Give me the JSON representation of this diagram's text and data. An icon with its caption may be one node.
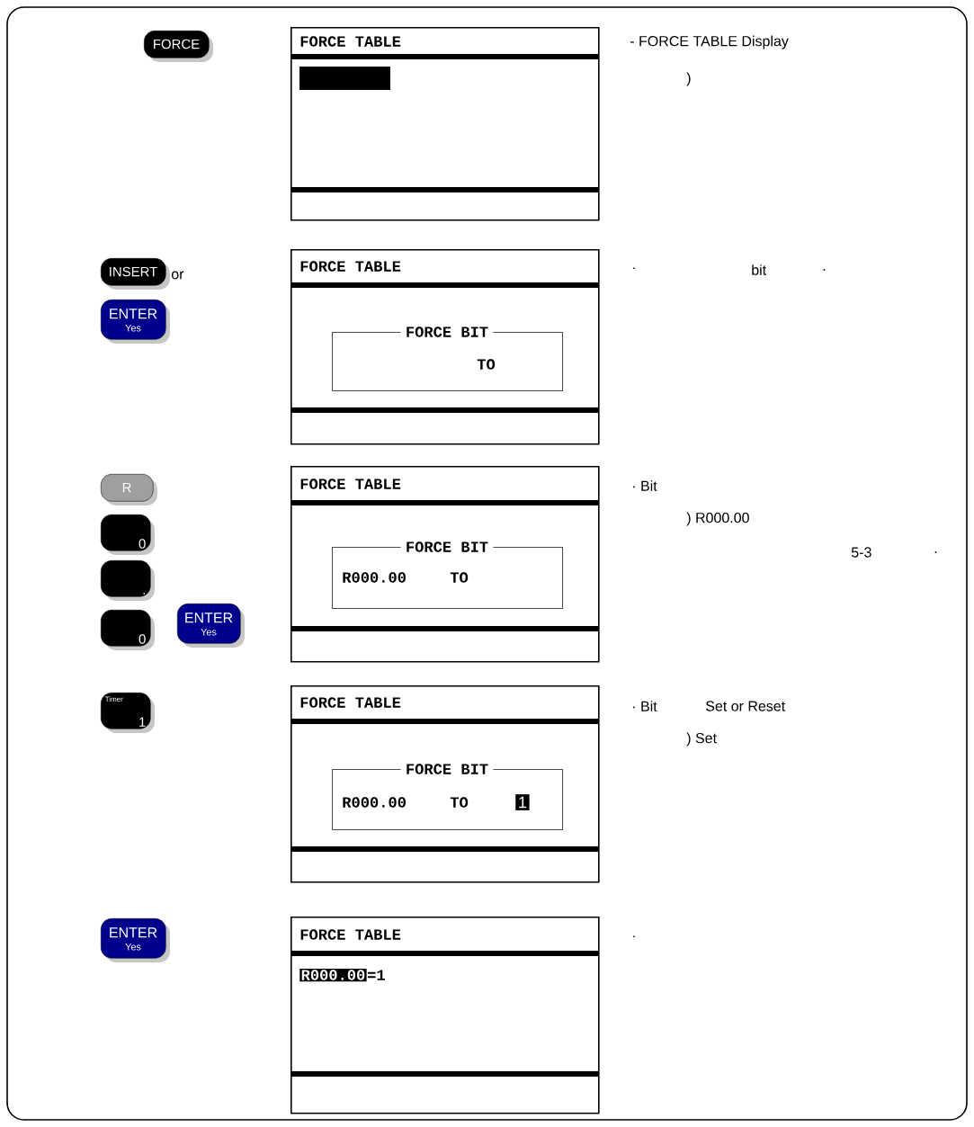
{
  "diagram": {
    "nodes": [
      {
        "text": [
          "FORCE"
        ]
      },
      {
        "text": [
          "FORCE TABLE"
        ]
      },
      {
        "text": [
          "INSERT"
        ]
      },
      {
        "text": [
          "ENTER",
          "Yes"
        ]
      },
      {
        "text": [
          "FORCE TABLE"
        ]
      },
      {
        "text": [
          "FORCE BIT",
          "TO"
        ],
        "in": 4
      },
      {
        "text": [
          "R"
        ]
      },
      {
        "text": [
          "0"
        ]
      },
      {
        "text": [
          "."
        ]
      },
      {
        "text": [
          "0"
        ]
      },
      {
        "text": [
          "ENTER",
          "Yes"
        ]
      },
      {
        "text": [
          "FORCE TABLE"
        ]
      },
      {
        "text": [
          "FORCE BIT",
          "R000.00",
          "TO"
        ],
        "in": 11
      },
      {
        "text": [
          "Timer",
          "1"
        ]
      },
      {
        "text": [
          "FORCE TABLE"
        ]
      },
      {
        "text": [
          "FORCE BIT",
          "R000.00",
          "TO",
          "1"
        ],
        "in": 14
      },
      {
        "text": [
          "ENTER",
          "Yes"
        ]
      },
      {
        "text": [
          "FORCE TABLE",
          "R000.00",
          "=1"
        ]
      }
    ],
    "edges": [],
    "labels": [
      "or",
      "- FORCE TABLE Display",
      ")",
      "·",
      "bit",
      ".",
      "· Bit",
      ") R000.00",
      "5-3",
      ".",
      "· Bit",
      "Set or Reset",
      ") Set",
      "·"
    ]
  }
}
